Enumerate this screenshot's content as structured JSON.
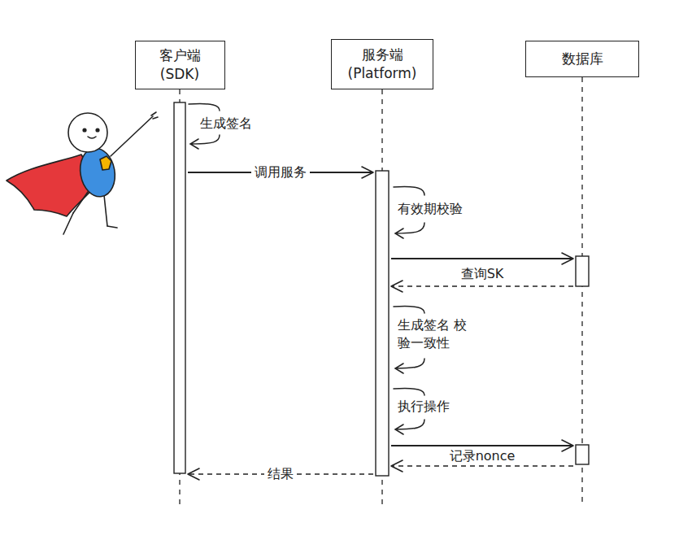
{
  "diagram": {
    "nodes": [
      {
        "text": [
          "客户端 (SDK)"
        ]
      },
      {
        "text": [
          "服务端 (Platform)"
        ]
      },
      {
        "text": [
          "数据库"
        ]
      }
    ],
    "edges": [
      {
        "from": 0,
        "to": 1,
        "arrow": "to",
        "label": "调用服务"
      },
      {
        "from": 1,
        "to": 2,
        "arrow": "to",
        "label": "查询SK"
      },
      {
        "from": 2,
        "to": 1,
        "arrow": "to"
      },
      {
        "from": 1,
        "to": 2,
        "arrow": "to",
        "label": "记录nonce"
      },
      {
        "from": 2,
        "to": 1,
        "arrow": "to"
      },
      {
        "from": 1,
        "to": 0,
        "arrow": "to",
        "label": "结果"
      }
    ],
    "labels": [
      "生成签名",
      "有效期校验",
      "生成签名 校验一致性",
      "执行操作"
    ]
  }
}
